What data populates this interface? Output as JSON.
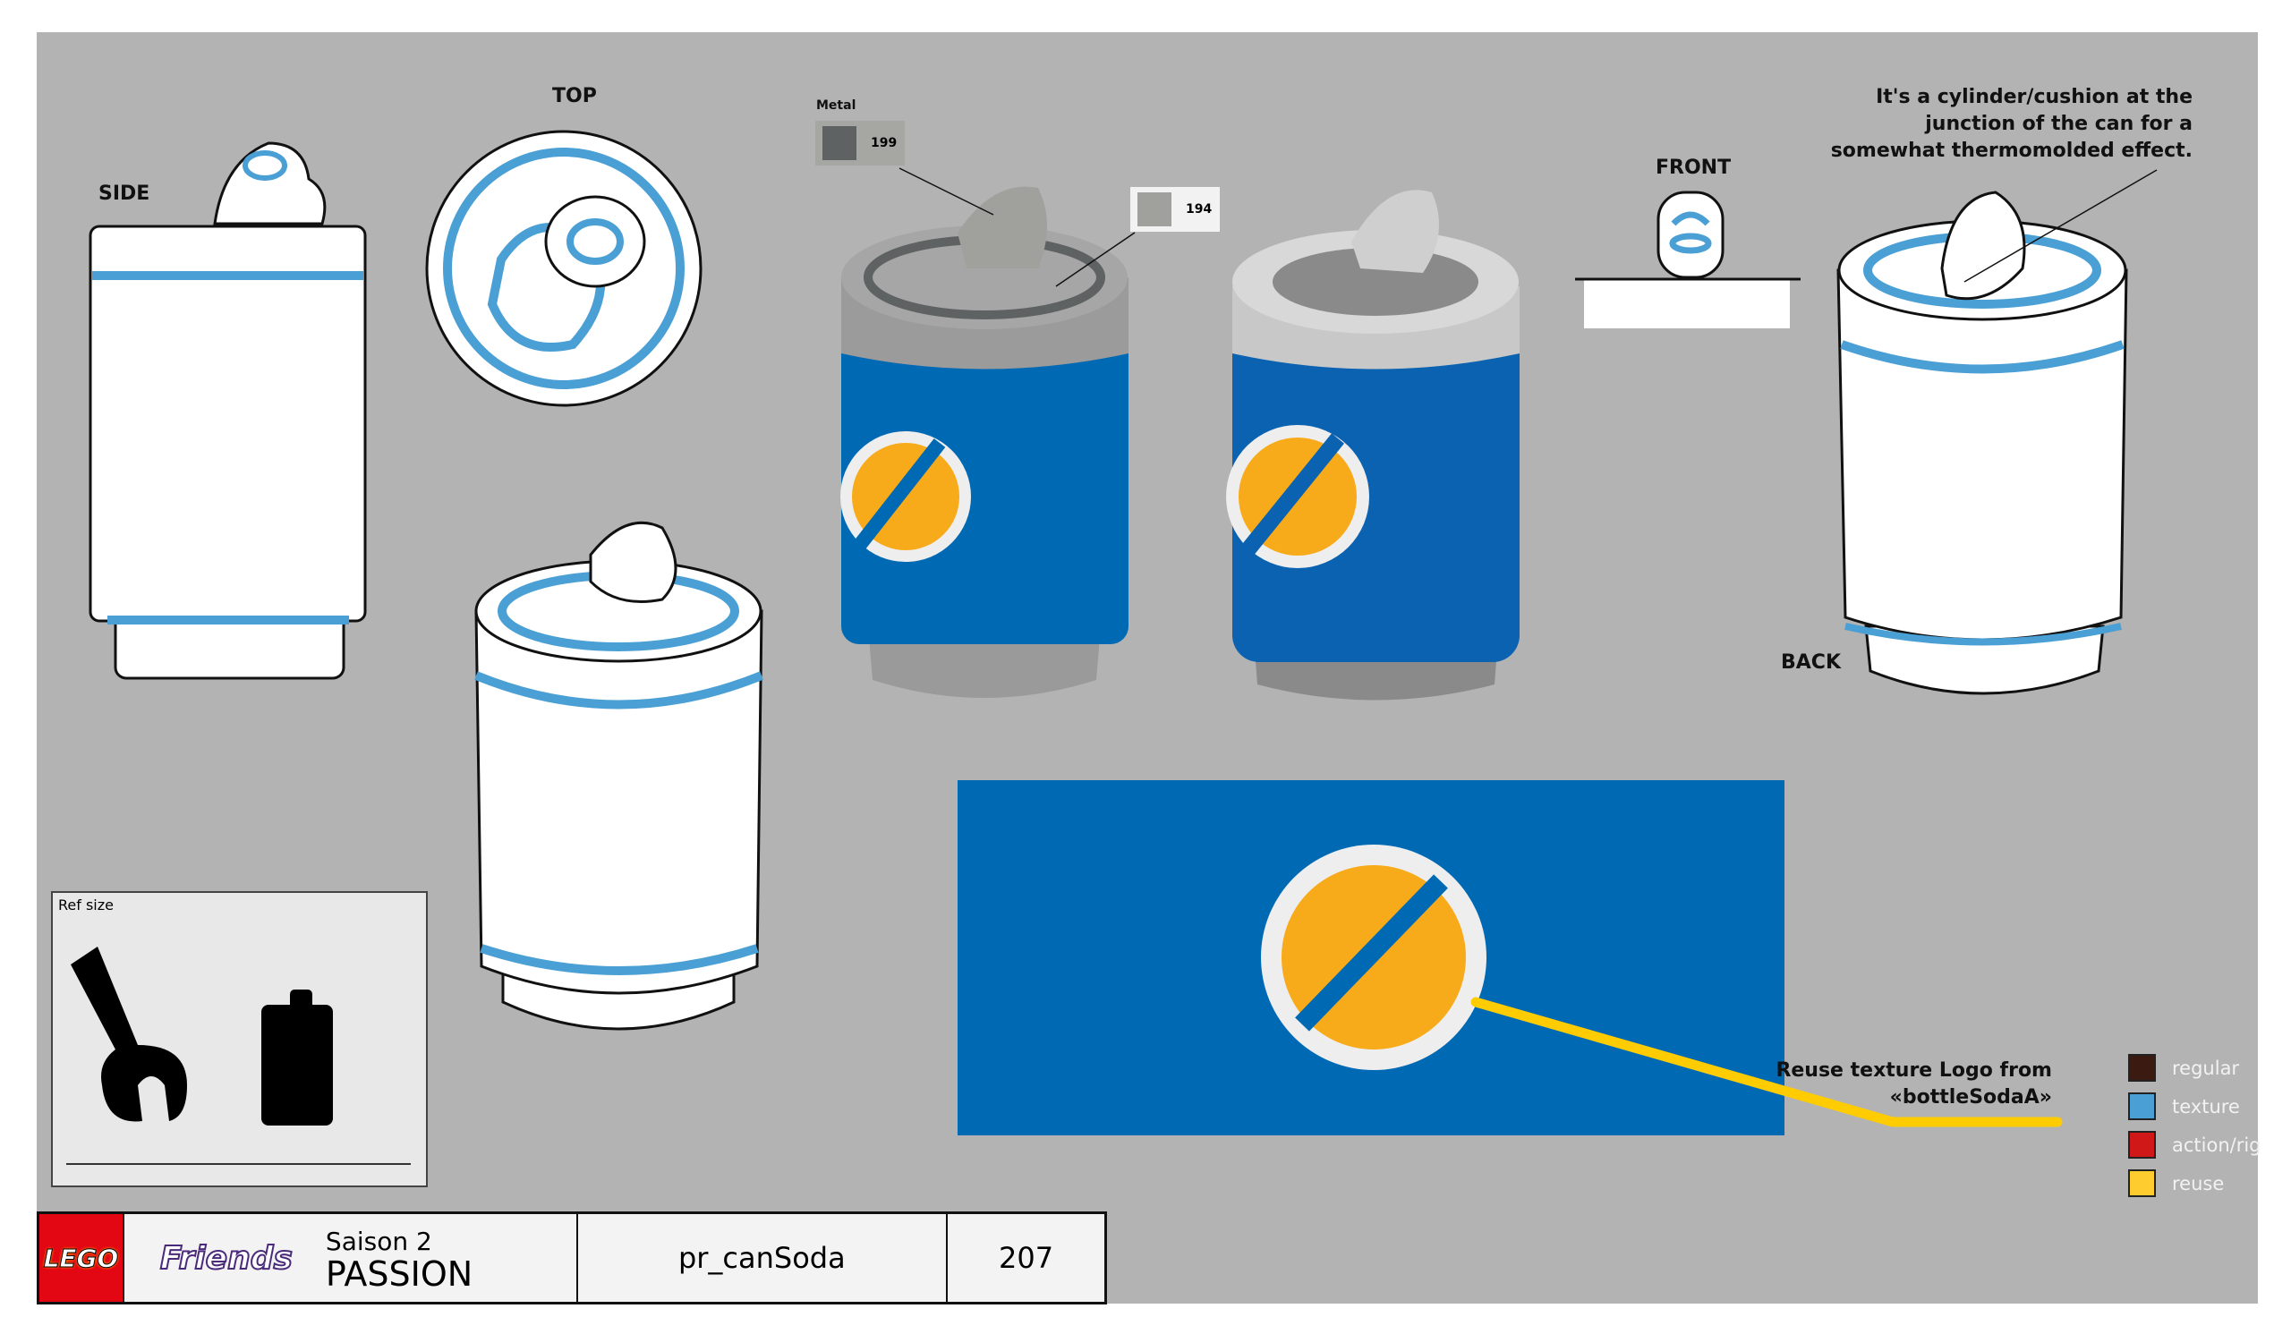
{
  "views": {
    "side": "SIDE",
    "top": "TOP",
    "front": "FRONT",
    "back": "BACK"
  },
  "metal": {
    "label": "Metal",
    "swatches": [
      {
        "code": "199",
        "color": "#5f6262"
      },
      {
        "code": "194",
        "color": "#a0a19d"
      }
    ]
  },
  "notes": {
    "cushion": [
      "It's a cylinder/cushion at the",
      "junction of the can for a",
      "somewhat thermomolded effect."
    ],
    "reuse": [
      "Reuse texture Logo from",
      "«bottleSodaA»"
    ]
  },
  "legend": [
    {
      "label": "regular",
      "color": "#3b1a12"
    },
    {
      "label": "texture",
      "color": "#4a9fd5"
    },
    {
      "label": "action/rig",
      "color": "#d01818"
    },
    {
      "label": "reuse",
      "color": "#fecc2f"
    }
  ],
  "ref": {
    "label": "Ref size"
  },
  "titleblock": {
    "brand": "LEGO",
    "line": "Friends",
    "season": "Saison 2",
    "title": "PASSION",
    "asset": "pr_canSoda",
    "number": "207"
  },
  "colors": {
    "blue": "#0069b4",
    "light_blue": "#4a9fd5",
    "orange": "#f8ab1a",
    "yellow_line": "#fecc00",
    "bg": "#b3b3b3"
  }
}
